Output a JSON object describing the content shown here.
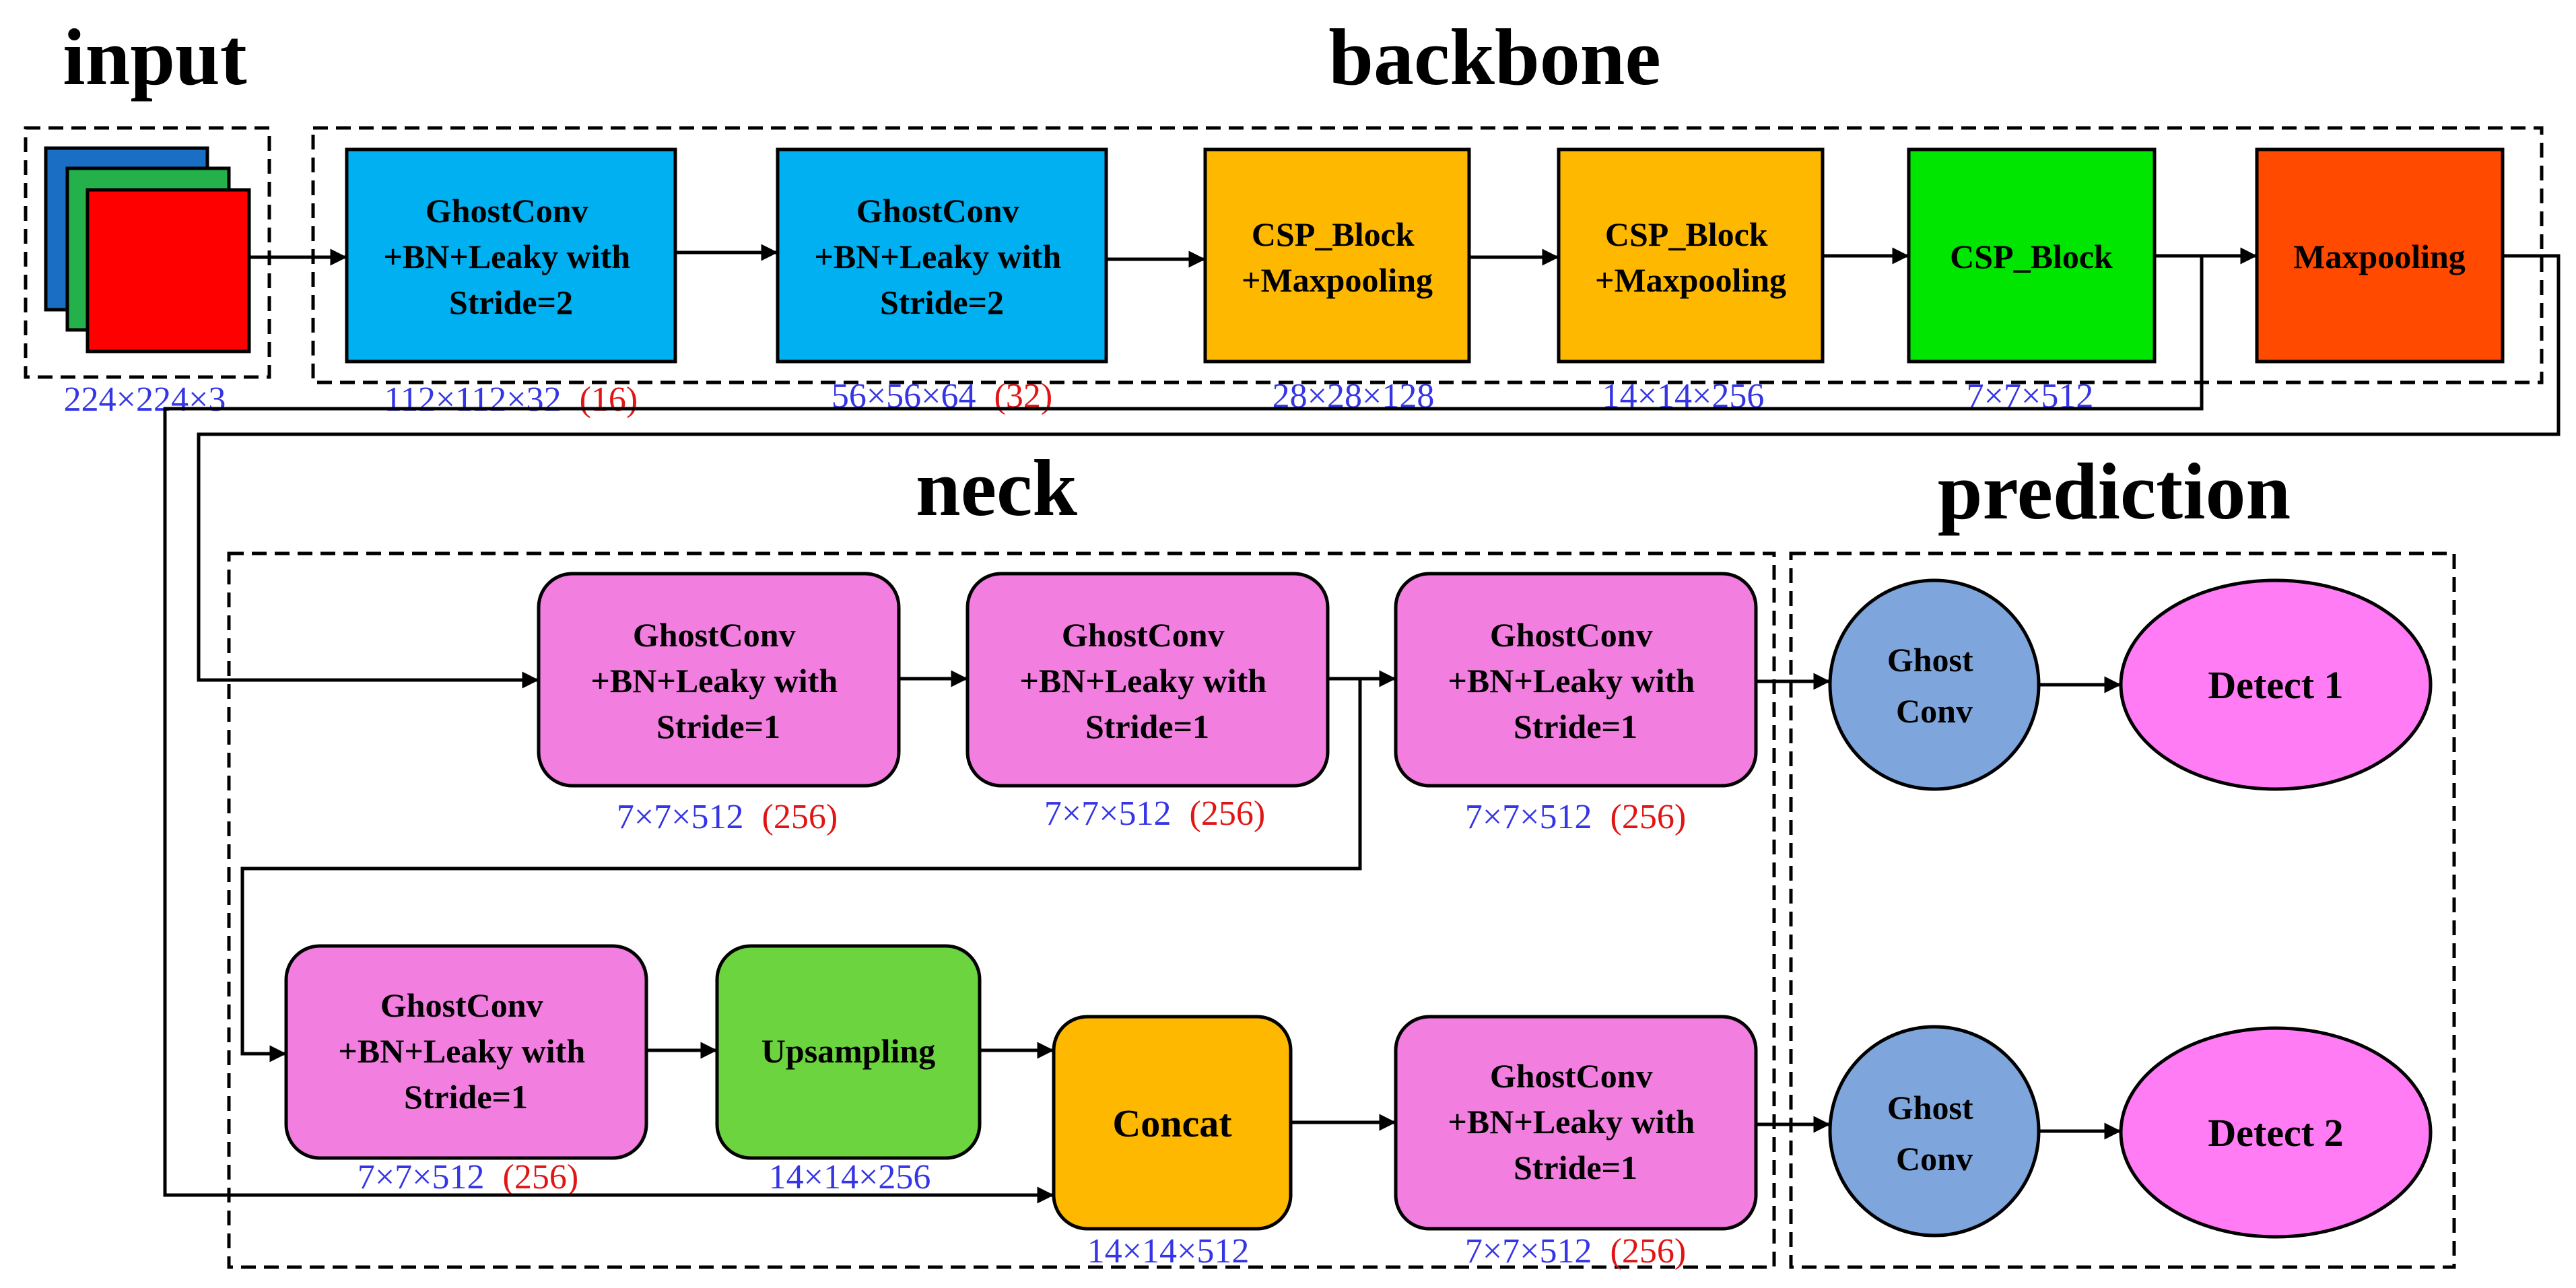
{
  "sections": {
    "input": "input",
    "backbone": "backbone",
    "neck": "neck",
    "prediction": "prediction"
  },
  "input": {
    "dim": "224×224×3"
  },
  "colors": {
    "ghost_conv_backbone": "#00b0f0",
    "csp_maxpool": "#ffb800",
    "csp_block": "#00e600",
    "maxpooling": "#ff4a00",
    "ghost_conv_neck": "#f27ee0",
    "upsampling": "#6bd43f",
    "concat": "#ffb800",
    "ghost_conv_pred": "#7ea6dc",
    "detect": "#ff7cf5",
    "dim_blue": "#3535e6",
    "dim_red": "#e01515",
    "input_blue": "#1a6fc4",
    "input_green": "#24b04a",
    "input_red": "#ff0000"
  },
  "backbone": [
    {
      "lines": [
        "GhostConv",
        "+BN+Leaky with",
        "Stride=2"
      ],
      "dim": "112×112×32",
      "dim_extra": "(16)"
    },
    {
      "lines": [
        "GhostConv",
        "+BN+Leaky with",
        "Stride=2"
      ],
      "dim": "56×56×64",
      "dim_extra": "(32)"
    },
    {
      "lines": [
        "CSP_Block",
        "+Maxpooling"
      ],
      "dim": "28×28×128"
    },
    {
      "lines": [
        "CSP_Block",
        "+Maxpooling"
      ],
      "dim": "14×14×256"
    },
    {
      "lines": [
        "CSP_Block"
      ],
      "dim": "7×7×512"
    },
    {
      "lines": [
        "Maxpooling"
      ]
    }
  ],
  "neck": {
    "row1": [
      {
        "lines": [
          "GhostConv",
          "+BN+Leaky with",
          "Stride=1"
        ],
        "dim": "7×7×512",
        "dim_extra": "(256)"
      },
      {
        "lines": [
          "GhostConv",
          "+BN+Leaky with",
          "Stride=1"
        ],
        "dim": "7×7×512",
        "dim_extra": "(256)"
      },
      {
        "lines": [
          "GhostConv",
          "+BN+Leaky with",
          "Stride=1"
        ],
        "dim": "7×7×512",
        "dim_extra": "(256)"
      }
    ],
    "row2": [
      {
        "lines": [
          "GhostConv",
          "+BN+Leaky with",
          "Stride=1"
        ],
        "dim": "7×7×512",
        "dim_extra": "(256)"
      },
      {
        "lines": [
          "Upsampling"
        ],
        "dim": "14×14×256"
      },
      {
        "lines": [
          "Concat"
        ],
        "dim": "14×14×512"
      },
      {
        "lines": [
          "GhostConv",
          "+BN+Leaky with",
          "Stride=1"
        ],
        "dim": "7×7×512",
        "dim_extra": "(256)"
      }
    ]
  },
  "prediction": {
    "ghost": [
      "Ghost",
      "Conv"
    ],
    "detect1": "Detect 1",
    "detect2": "Detect 2"
  }
}
